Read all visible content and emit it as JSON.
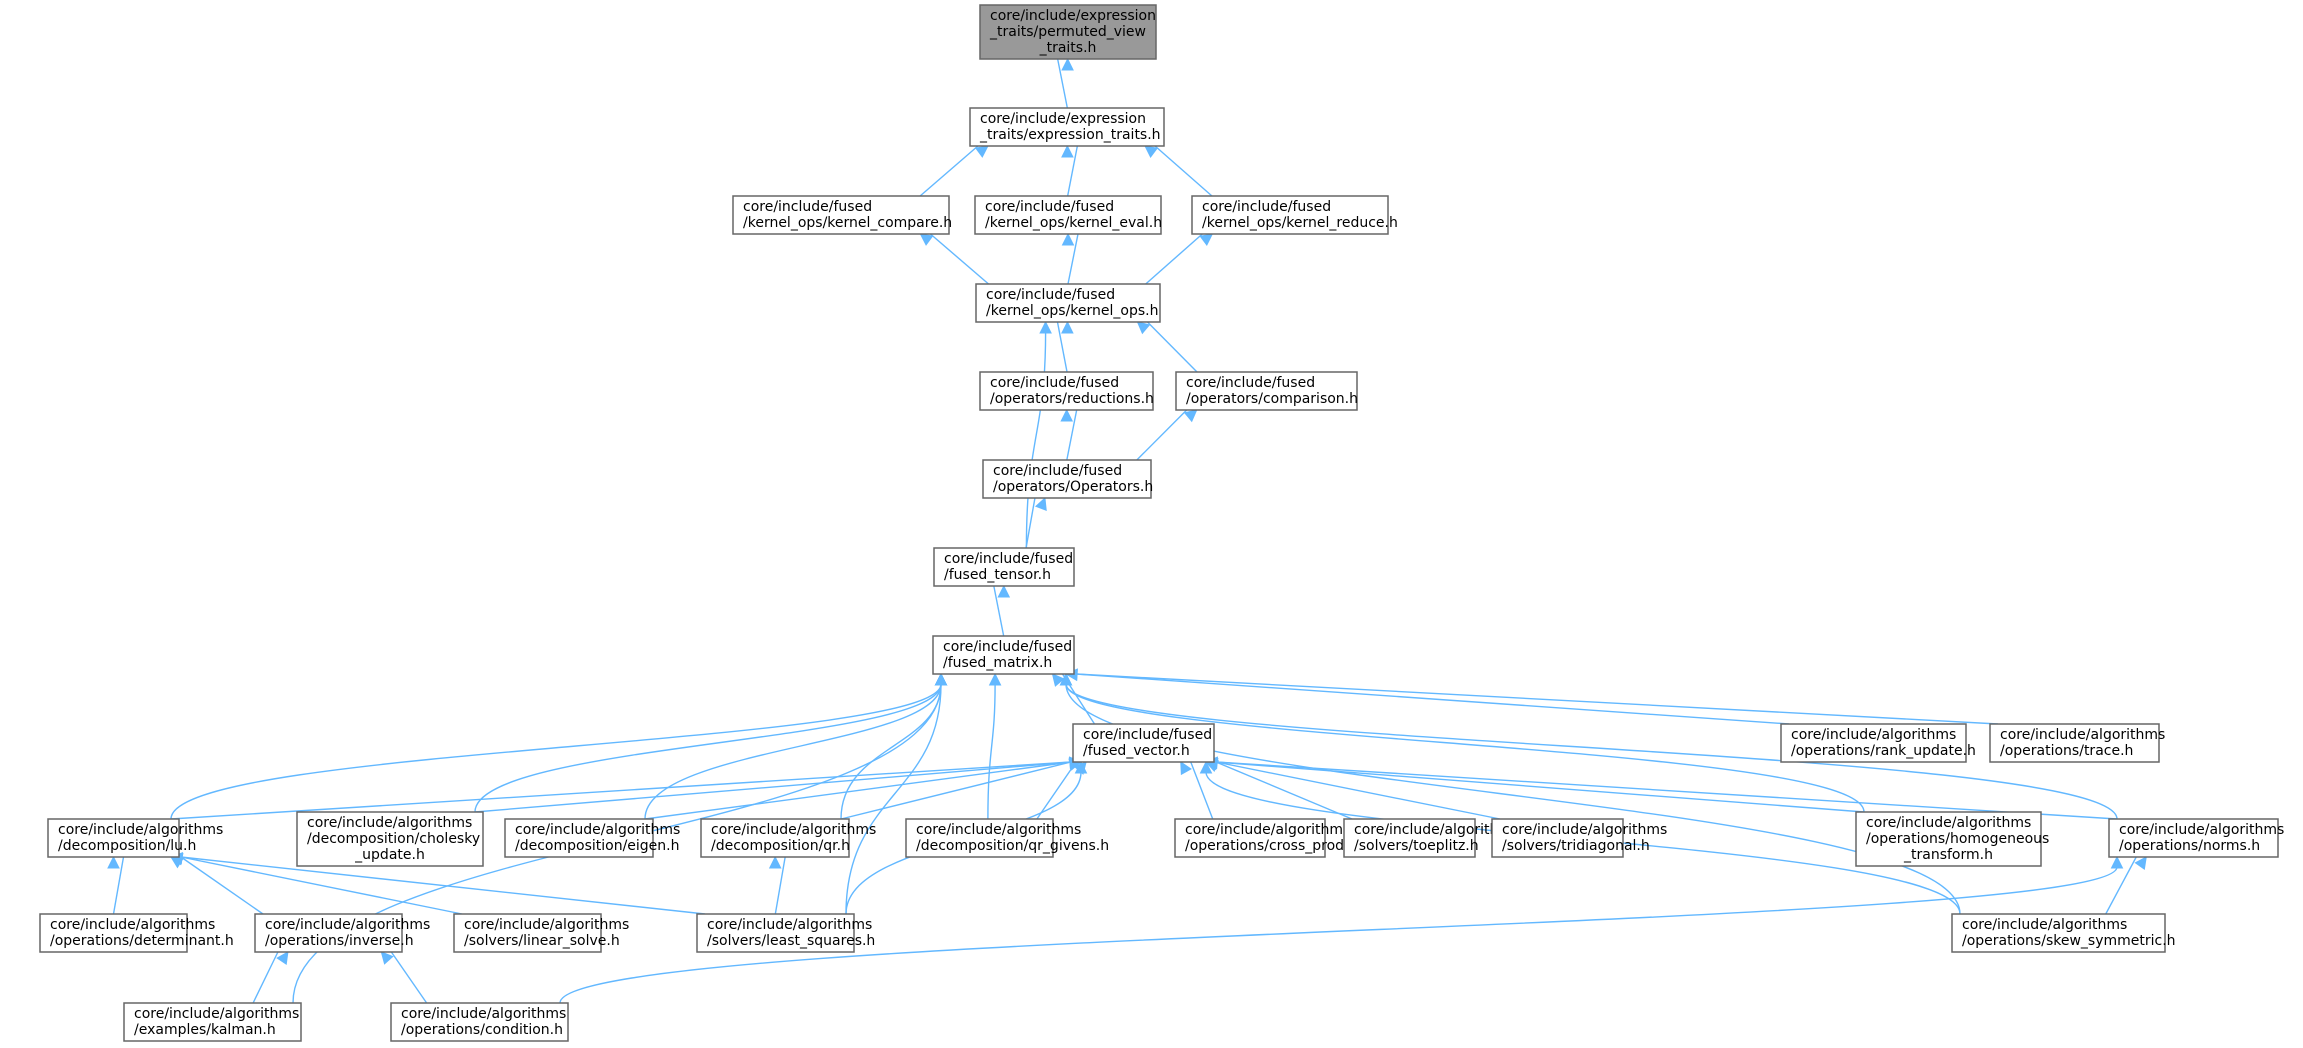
{
  "diagram": {
    "type": "include-dependency-graph",
    "colors": {
      "edge": "#63b8ff",
      "node_border": "#666666",
      "node_fill": "#ffffff",
      "root_fill": "#999999",
      "text": "#000000"
    },
    "nodes": [
      {
        "id": "permuted_view_traits",
        "lines": [
          "core/include/expression",
          "_traits/permuted_view",
          "_traits.h"
        ],
        "root": true
      },
      {
        "id": "expression_traits",
        "lines": [
          "core/include/expression",
          "_traits/expression_traits.h"
        ]
      },
      {
        "id": "kernel_compare",
        "lines": [
          "core/include/fused",
          "/kernel_ops/kernel_compare.h"
        ]
      },
      {
        "id": "kernel_eval",
        "lines": [
          "core/include/fused",
          "/kernel_ops/kernel_eval.h"
        ]
      },
      {
        "id": "kernel_reduce",
        "lines": [
          "core/include/fused",
          "/kernel_ops/kernel_reduce.h"
        ]
      },
      {
        "id": "kernel_ops",
        "lines": [
          "core/include/fused",
          "/kernel_ops/kernel_ops.h"
        ]
      },
      {
        "id": "reductions",
        "lines": [
          "core/include/fused",
          "/operators/reductions.h"
        ]
      },
      {
        "id": "comparison",
        "lines": [
          "core/include/fused",
          "/operators/comparison.h"
        ]
      },
      {
        "id": "operators",
        "lines": [
          "core/include/fused",
          "/operators/Operators.h"
        ]
      },
      {
        "id": "fused_tensor",
        "lines": [
          "core/include/fused",
          "/fused_tensor.h"
        ]
      },
      {
        "id": "fused_matrix",
        "lines": [
          "core/include/fused",
          "/fused_matrix.h"
        ]
      },
      {
        "id": "fused_vector",
        "lines": [
          "core/include/fused",
          "/fused_vector.h"
        ]
      },
      {
        "id": "rank_update",
        "lines": [
          "core/include/algorithms",
          "/operations/rank_update.h"
        ]
      },
      {
        "id": "trace",
        "lines": [
          "core/include/algorithms",
          "/operations/trace.h"
        ]
      },
      {
        "id": "lu",
        "lines": [
          "core/include/algorithms",
          "/decomposition/lu.h"
        ]
      },
      {
        "id": "cholesky_update",
        "lines": [
          "core/include/algorithms",
          "/decomposition/cholesky",
          "_update.h"
        ]
      },
      {
        "id": "eigen",
        "lines": [
          "core/include/algorithms",
          "/decomposition/eigen.h"
        ]
      },
      {
        "id": "qr",
        "lines": [
          "core/include/algorithms",
          "/decomposition/qr.h"
        ]
      },
      {
        "id": "qr_givens",
        "lines": [
          "core/include/algorithms",
          "/decomposition/qr_givens.h"
        ]
      },
      {
        "id": "cross_product",
        "lines": [
          "core/include/algorithms",
          "/operations/cross_product.h"
        ]
      },
      {
        "id": "toeplitz",
        "lines": [
          "core/include/algorithms",
          "/solvers/toeplitz.h"
        ]
      },
      {
        "id": "tridiagonal",
        "lines": [
          "core/include/algorithms",
          "/solvers/tridiagonal.h"
        ]
      },
      {
        "id": "homogeneous_transform",
        "lines": [
          "core/include/algorithms",
          "/operations/homogeneous",
          "_transform.h"
        ]
      },
      {
        "id": "norms",
        "lines": [
          "core/include/algorithms",
          "/operations/norms.h"
        ]
      },
      {
        "id": "determinant",
        "lines": [
          "core/include/algorithms",
          "/operations/determinant.h"
        ]
      },
      {
        "id": "inverse",
        "lines": [
          "core/include/algorithms",
          "/operations/inverse.h"
        ]
      },
      {
        "id": "linear_solve",
        "lines": [
          "core/include/algorithms",
          "/solvers/linear_solve.h"
        ]
      },
      {
        "id": "least_squares",
        "lines": [
          "core/include/algorithms",
          "/solvers/least_squares.h"
        ]
      },
      {
        "id": "skew_symmetric",
        "lines": [
          "core/include/algorithms",
          "/operations/skew_symmetric.h"
        ]
      },
      {
        "id": "kalman",
        "lines": [
          "core/include/algorithms",
          "/examples/kalman.h"
        ]
      },
      {
        "id": "condition",
        "lines": [
          "core/include/algorithms",
          "/operations/condition.h"
        ]
      }
    ],
    "edges": [
      {
        "from": "expression_traits",
        "to": "permuted_view_traits"
      },
      {
        "from": "kernel_compare",
        "to": "expression_traits"
      },
      {
        "from": "kernel_eval",
        "to": "expression_traits"
      },
      {
        "from": "kernel_reduce",
        "to": "expression_traits"
      },
      {
        "from": "kernel_ops",
        "to": "kernel_compare"
      },
      {
        "from": "kernel_ops",
        "to": "kernel_eval"
      },
      {
        "from": "kernel_ops",
        "to": "kernel_reduce"
      },
      {
        "from": "reductions",
        "to": "kernel_ops"
      },
      {
        "from": "comparison",
        "to": "kernel_ops"
      },
      {
        "from": "fused_tensor",
        "to": "kernel_ops"
      },
      {
        "from": "operators",
        "to": "reductions"
      },
      {
        "from": "operators",
        "to": "comparison"
      },
      {
        "from": "fused_tensor",
        "to": "operators"
      },
      {
        "from": "fused_matrix",
        "to": "fused_tensor"
      },
      {
        "from": "fused_vector",
        "to": "fused_matrix"
      },
      {
        "from": "rank_update",
        "to": "fused_matrix"
      },
      {
        "from": "trace",
        "to": "fused_matrix"
      },
      {
        "from": "lu",
        "to": "fused_matrix"
      },
      {
        "from": "cholesky_update",
        "to": "fused_matrix"
      },
      {
        "from": "eigen",
        "to": "fused_matrix"
      },
      {
        "from": "qr",
        "to": "fused_matrix"
      },
      {
        "from": "qr_givens",
        "to": "fused_matrix"
      },
      {
        "from": "homogeneous_transform",
        "to": "fused_matrix"
      },
      {
        "from": "norms",
        "to": "fused_matrix"
      },
      {
        "from": "least_squares",
        "to": "fused_matrix"
      },
      {
        "from": "skew_symmetric",
        "to": "fused_matrix"
      },
      {
        "from": "kalman",
        "to": "fused_matrix"
      },
      {
        "from": "lu",
        "to": "fused_vector"
      },
      {
        "from": "cholesky_update",
        "to": "fused_vector"
      },
      {
        "from": "eigen",
        "to": "fused_vector"
      },
      {
        "from": "qr",
        "to": "fused_vector"
      },
      {
        "from": "qr_givens",
        "to": "fused_vector"
      },
      {
        "from": "cross_product",
        "to": "fused_vector"
      },
      {
        "from": "toeplitz",
        "to": "fused_vector"
      },
      {
        "from": "tridiagonal",
        "to": "fused_vector"
      },
      {
        "from": "homogeneous_transform",
        "to": "fused_vector"
      },
      {
        "from": "norms",
        "to": "fused_vector"
      },
      {
        "from": "least_squares",
        "to": "fused_vector"
      },
      {
        "from": "skew_symmetric",
        "to": "fused_vector"
      },
      {
        "from": "determinant",
        "to": "lu"
      },
      {
        "from": "inverse",
        "to": "lu"
      },
      {
        "from": "linear_solve",
        "to": "lu"
      },
      {
        "from": "least_squares",
        "to": "lu"
      },
      {
        "from": "least_squares",
        "to": "qr"
      },
      {
        "from": "skew_symmetric",
        "to": "norms"
      },
      {
        "from": "condition",
        "to": "norms"
      },
      {
        "from": "kalman",
        "to": "inverse"
      },
      {
        "from": "condition",
        "to": "inverse"
      }
    ]
  }
}
